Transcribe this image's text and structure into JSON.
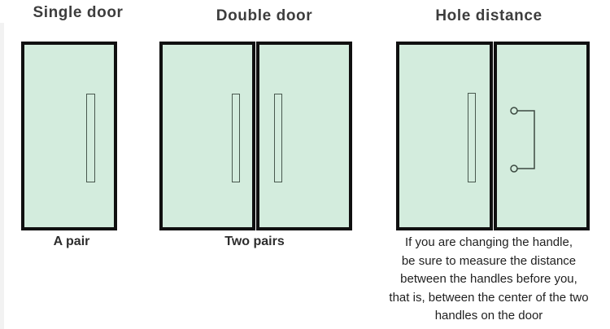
{
  "colors": {
    "background": "#ffffff",
    "door_fill": "#d3ecdd",
    "door_border": "#101010",
    "handle_stroke": "#48584e",
    "hole_stroke": "#3c4a41",
    "title_text": "#3d3d3d",
    "caption_text": "#2d2d2d",
    "paragraph_text": "#1f1f1f"
  },
  "sections": {
    "single": {
      "title": "Single door",
      "caption": "A pair"
    },
    "double": {
      "title": "Double door",
      "caption": "Two pairs"
    },
    "hole": {
      "title": "Hole distance",
      "note_lines": [
        "If you are changing the handle,",
        "be sure to measure the distance",
        "between the handles before you,",
        "that is, between the center of the two",
        "handles on the door"
      ]
    }
  }
}
